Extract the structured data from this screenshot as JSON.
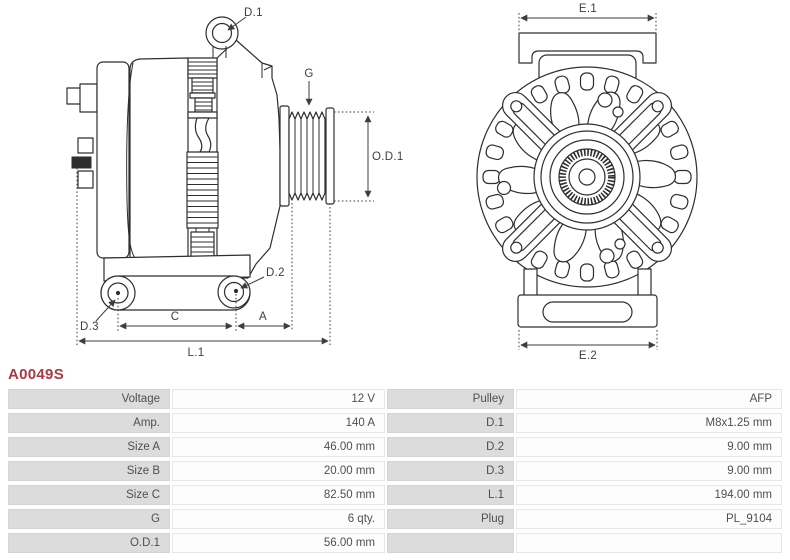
{
  "part": {
    "number": "A0049S"
  },
  "colors": {
    "accent_red": "#a93a40",
    "table_label_bg": "#dcdcdc",
    "table_value_bg": "#fdfdfd",
    "drawing_line": "#2e2e2e",
    "dimension_line": "#3e3e3e"
  },
  "diagram": {
    "side_view": {
      "labels": {
        "d1": "D.1",
        "g": "G",
        "od1": "O.D.1",
        "d2": "D.2",
        "d3": "D.3",
        "c": "C",
        "a": "A",
        "l1": "L.1"
      }
    },
    "front_view": {
      "labels": {
        "e1": "E.1",
        "e2": "E.2"
      }
    }
  },
  "table": {
    "rows": [
      {
        "l1": "Voltage",
        "v1": "12 V",
        "l2": "Pulley",
        "v2": "AFP"
      },
      {
        "l1": "Amp.",
        "v1": "140 A",
        "l2": "D.1",
        "v2": "M8x1.25 mm"
      },
      {
        "l1": "Size A",
        "v1": "46.00 mm",
        "l2": "D.2",
        "v2": "9.00 mm"
      },
      {
        "l1": "Size B",
        "v1": "20.00 mm",
        "l2": "D.3",
        "v2": "9.00 mm"
      },
      {
        "l1": "Size C",
        "v1": "82.50 mm",
        "l2": "L.1",
        "v2": "194.00 mm"
      },
      {
        "l1": "G",
        "v1": "6 qty.",
        "l2": "Plug",
        "v2": "PL_9104"
      },
      {
        "l1": "O.D.1",
        "v1": "56.00 mm",
        "l2": "",
        "v2": ""
      }
    ]
  }
}
